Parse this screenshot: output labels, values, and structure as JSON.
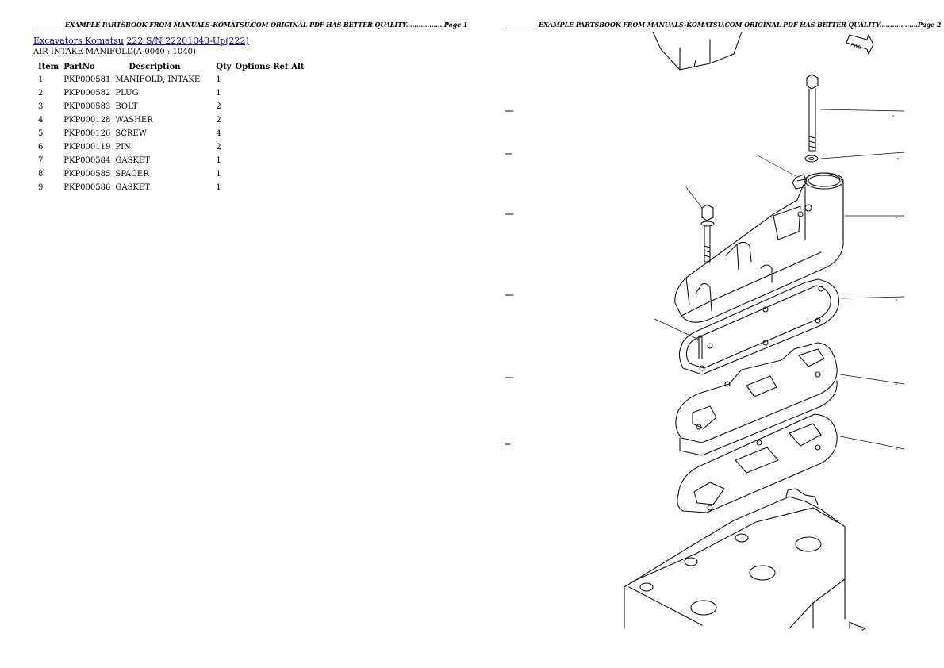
{
  "page1": {
    "header": "EXAMPLE PARTSBOOK FROM MANUALS-KOMATSU.COM ORIGINAL PDF HAS BETTER QUALITY..................Page 1",
    "breadcrumb": {
      "link1": "Excavators Komatsu",
      "link2": "222 S/N 22201043-Up(222)"
    },
    "section_title": "AIR INTAKE MANIFOLD(A-0040 : 1040)",
    "table": {
      "columns": [
        "Item",
        "PartNo",
        "Description",
        "Qty",
        "Options",
        "Ref",
        "Alt"
      ],
      "rows": [
        {
          "item": "1",
          "partno": "PKP000581",
          "description": "MANIFOLD, INTAKE",
          "qty": "1"
        },
        {
          "item": "2",
          "partno": "PKP000582",
          "description": "PLUG",
          "qty": "1"
        },
        {
          "item": "3",
          "partno": "PKP000583",
          "description": "BOLT",
          "qty": "2"
        },
        {
          "item": "4",
          "partno": "PKP000128",
          "description": "WASHER",
          "qty": "2"
        },
        {
          "item": "5",
          "partno": "PKP000126",
          "description": "SCREW",
          "qty": "4"
        },
        {
          "item": "6",
          "partno": "PKP000119",
          "description": "PIN",
          "qty": "2"
        },
        {
          "item": "7",
          "partno": "PKP000584",
          "description": "GASKET",
          "qty": "1"
        },
        {
          "item": "8",
          "partno": "PKP000585",
          "description": "SPACER",
          "qty": "1"
        },
        {
          "item": "9",
          "partno": "PKP000586",
          "description": "GASKET",
          "qty": "1"
        }
      ]
    }
  },
  "page2": {
    "header": "EXAMPLE PARTSBOOK FROM MANUALS-KOMATSU.COM ORIGINAL PDF HAS BETTER QUALITY..................Page 2",
    "diagram": {
      "top_label": "FWD"
    }
  }
}
